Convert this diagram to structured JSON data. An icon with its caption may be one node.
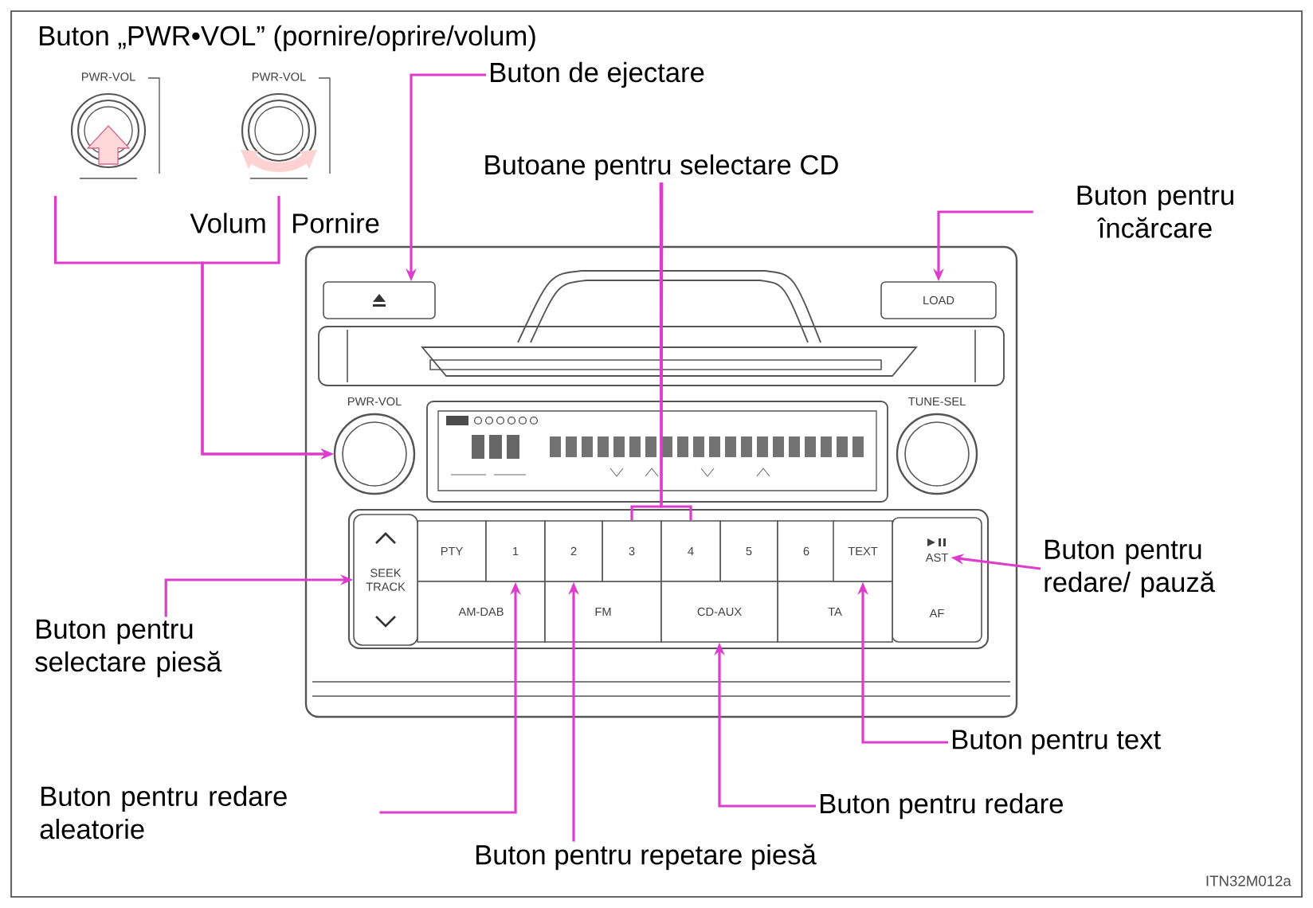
{
  "diagram": {
    "title": "Buton „PWR•VOL” (pornire/oprire/volum)",
    "nodes": [
      {
        "text": [
          "PWR-VOL"
        ]
      },
      {
        "text": [
          "PWR-VOL"
        ]
      },
      {
        "text": [
          "Buton de ejectare"
        ]
      },
      {
        "text": [
          "Butoane pentru selectare CD"
        ]
      },
      {
        "text": [
          "Buton pentru încărcare"
        ]
      },
      {
        "text": [],
        "shape": "box"
      },
      {
        "text": [
          "LOAD"
        ]
      },
      {
        "text": [
          "PWR-VOL"
        ]
      },
      {
        "text": [
          "3"
        ]
      },
      {
        "text": [
          "4"
        ]
      },
      {
        "text": [
          "SEEK TRACK"
        ]
      },
      {
        "text": [
          "1"
        ]
      },
      {
        "text": [
          "2"
        ]
      },
      {
        "text": [
          "CD-AUX"
        ]
      },
      {
        "text": [
          "TEXT"
        ]
      },
      {
        "text": [
          "AST"
        ]
      },
      {
        "text": [
          "Buton pentru redare/ pauză"
        ]
      },
      {
        "text": [
          "Buton pentru selectare piesă"
        ]
      },
      {
        "text": [
          "Buton pentru text"
        ]
      },
      {
        "text": [
          "Buton pentru redare aleatorie"
        ]
      },
      {
        "text": [
          "Buton pentru redare"
        ]
      },
      {
        "text": [
          "Buton pentru repetare piesă"
        ]
      },
      {
        "text": [
          "TUNE-SEL"
        ]
      }
    ],
    "edges": [
      {
        "from": 0,
        "to": 7,
        "arrow": "to"
      },
      {
        "from": 1,
        "to": 7,
        "arrow": "to"
      },
      {
        "from": 2,
        "to": 5,
        "arrow": "to"
      },
      {
        "from": 3,
        "to": 8,
        "arrow": "none"
      },
      {
        "from": 3,
        "to": 9,
        "arrow": "none"
      },
      {
        "from": 4,
        "to": 6,
        "arrow": "to"
      },
      {
        "from": 16,
        "to": 15,
        "arrow": "to"
      },
      {
        "from": 17,
        "to": 10,
        "arrow": "to"
      },
      {
        "from": 18,
        "to": 14,
        "arrow": "to"
      },
      {
        "from": 19,
        "to": 11,
        "arrow": "to"
      },
      {
        "from": 20,
        "to": 13,
        "arrow": "to"
      },
      {
        "from": 21,
        "to": 12,
        "arrow": "to"
      }
    ],
    "labels": [
      "Volum",
      "Pornire",
      "PTY",
      "5",
      "6",
      "AM-DAB",
      "FM",
      "TA",
      "AF",
      "ITN32M012a"
    ]
  }
}
